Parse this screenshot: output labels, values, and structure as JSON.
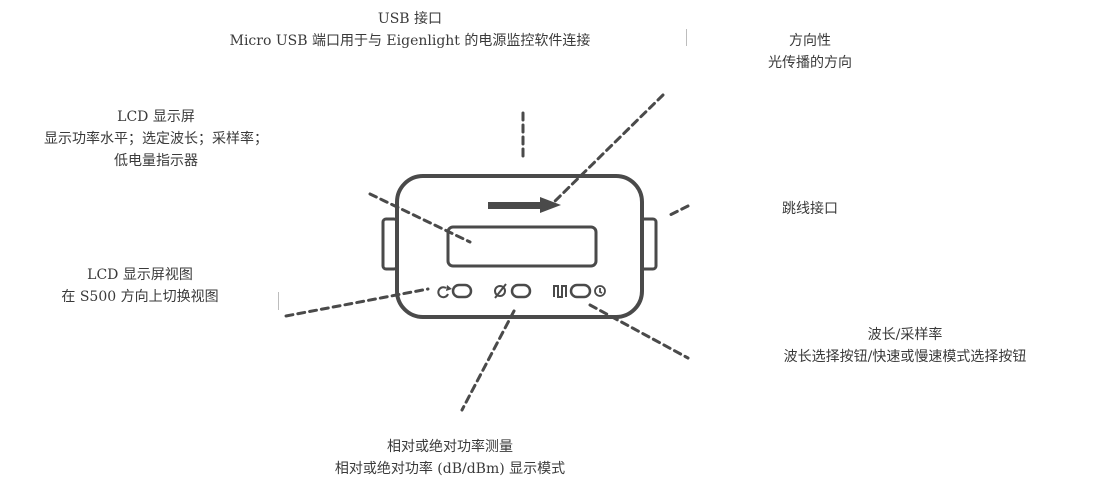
{
  "diagram": {
    "title": "S500 device front panel callouts",
    "colors": {
      "stroke": "#4a4a4a",
      "text": "#3a3a3a",
      "background": "#ffffff"
    },
    "callouts": [
      {
        "id": "usb",
        "title": "USB 接口",
        "desc": "Micro USB 端口用于与 Eigenlight 的电源监控软件连接"
      },
      {
        "id": "directionality",
        "title": "方向性",
        "desc": "光传播的方向"
      },
      {
        "id": "lcd",
        "title": "LCD 显示屏",
        "desc": "显示功率水平；选定波长；采样率；",
        "desc2": "低电量指示器"
      },
      {
        "id": "jumper",
        "title": "跳线接口"
      },
      {
        "id": "lcd-view",
        "title": "LCD 显示屏视图",
        "desc": "在 S500 方向上切换视图"
      },
      {
        "id": "wavelength",
        "title": "波长/采样率",
        "desc": "波长选择按钮/快速或慢速模式选择按钮"
      },
      {
        "id": "relative-absolute",
        "title": "相对或绝对功率测量",
        "desc": "相对或绝对功率 (dB/dBm) 显示模式"
      }
    ],
    "device": {
      "buttons": [
        {
          "id": "rotate-view",
          "icon": "rotate-icon",
          "glyph": "↻"
        },
        {
          "id": "zero-ref",
          "icon": "null-icon",
          "glyph": "Ø"
        },
        {
          "id": "wavelength-select",
          "icon": "wave-icon",
          "glyph": "ᑌᑎ"
        }
      ],
      "extra_icon": {
        "icon": "clock-icon"
      }
    }
  }
}
